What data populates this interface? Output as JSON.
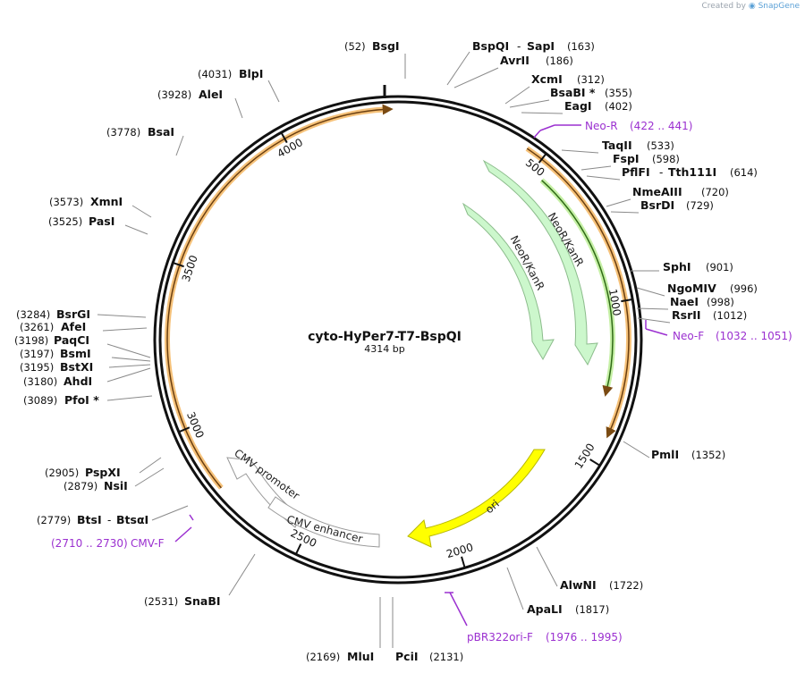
{
  "header": {
    "created_prefix": "Created by",
    "brand": "SnapGene"
  },
  "plasmid": {
    "name": "cyto-HyPer7-T7-BspQI",
    "size_label": "4314 bp",
    "length": 4314
  },
  "ticks": [
    {
      "pos": 500,
      "label": "500"
    },
    {
      "pos": 1000,
      "label": "1000"
    },
    {
      "pos": 1500,
      "label": "1500"
    },
    {
      "pos": 2000,
      "label": "2000"
    },
    {
      "pos": 2500,
      "label": "2500"
    },
    {
      "pos": 3000,
      "label": "3000"
    },
    {
      "pos": 3500,
      "label": "3500"
    },
    {
      "pos": 4000,
      "label": "4000"
    }
  ],
  "enzymes": [
    {
      "name": "BsgI",
      "pos": "(52)"
    },
    {
      "name": "BspQI",
      "name2": "SapI",
      "pos": "(163)"
    },
    {
      "name": "AvrII",
      "pos": "(186)"
    },
    {
      "name": "XcmI",
      "pos": "(312)"
    },
    {
      "name": "BsaBI *",
      "pos": "(355)"
    },
    {
      "name": "EagI",
      "pos": "(402)"
    },
    {
      "name": "TaqII",
      "pos": "(533)"
    },
    {
      "name": "FspI",
      "pos": "(598)"
    },
    {
      "name": "PflFI",
      "name2": "Tth111I",
      "pos": "(614)"
    },
    {
      "name": "NmeAIII",
      "pos": "(720)"
    },
    {
      "name": "BsrDI",
      "pos": "(729)"
    },
    {
      "name": "SphI",
      "pos": "(901)"
    },
    {
      "name": "NgoMIV",
      "pos": "(996)"
    },
    {
      "name": "NaeI",
      "pos": "(998)"
    },
    {
      "name": "RsrII",
      "pos": "(1012)"
    },
    {
      "name": "PmlI",
      "pos": "(1352)"
    },
    {
      "name": "AlwNI",
      "pos": "(1722)"
    },
    {
      "name": "ApaLI",
      "pos": "(1817)"
    },
    {
      "name": "PciI",
      "pos": "(2131)"
    },
    {
      "name": "MluI",
      "pos": "(2169)"
    },
    {
      "name": "SnaBI",
      "pos": "(2531)"
    },
    {
      "name": "BtsI",
      "name2": "BtsαI",
      "pos": "(2779)"
    },
    {
      "name": "NsiI",
      "pos": "(2879)"
    },
    {
      "name": "PspXI",
      "pos": "(2905)"
    },
    {
      "name": "PfoI *",
      "pos": "(3089)"
    },
    {
      "name": "AhdI",
      "pos": "(3180)"
    },
    {
      "name": "BstXI",
      "pos": "(3195)"
    },
    {
      "name": "BsmI",
      "pos": "(3197)"
    },
    {
      "name": "PaqCI",
      "pos": "(3198)"
    },
    {
      "name": "AfeI",
      "pos": "(3261)"
    },
    {
      "name": "BsrGI",
      "pos": "(3284)"
    },
    {
      "name": "PasI",
      "pos": "(3525)"
    },
    {
      "name": "XmnI",
      "pos": "(3573)"
    },
    {
      "name": "BsaI",
      "pos": "(3778)"
    },
    {
      "name": "AleI",
      "pos": "(3928)"
    },
    {
      "name": "BlpI",
      "pos": "(4031)"
    }
  ],
  "primers": [
    {
      "name": "Neo-R",
      "range": "(422 .. 441)"
    },
    {
      "name": "Neo-F",
      "range": "(1032 .. 1051)"
    },
    {
      "name": "pBR322ori-F",
      "range": "(1976 .. 1995)"
    },
    {
      "name": "CMV-F",
      "range": "(2710 .. 2730)"
    }
  ],
  "features": [
    {
      "name": "NeoR/KanR",
      "color": "#ccf7cc"
    },
    {
      "name": "NeoR/KanR",
      "color": "#ccf7cc"
    },
    {
      "name": "ori",
      "color": "#ffff00"
    },
    {
      "name": "CMV promoter",
      "color": "#ffffff"
    },
    {
      "name": "CMV enhancer",
      "color": "#ffffff"
    }
  ],
  "colors": {
    "backbone": "#111111",
    "orf": "#f6b26b",
    "primer": "#9b30d0",
    "ori": "#ffff00",
    "neo": "#ccf7cc"
  }
}
